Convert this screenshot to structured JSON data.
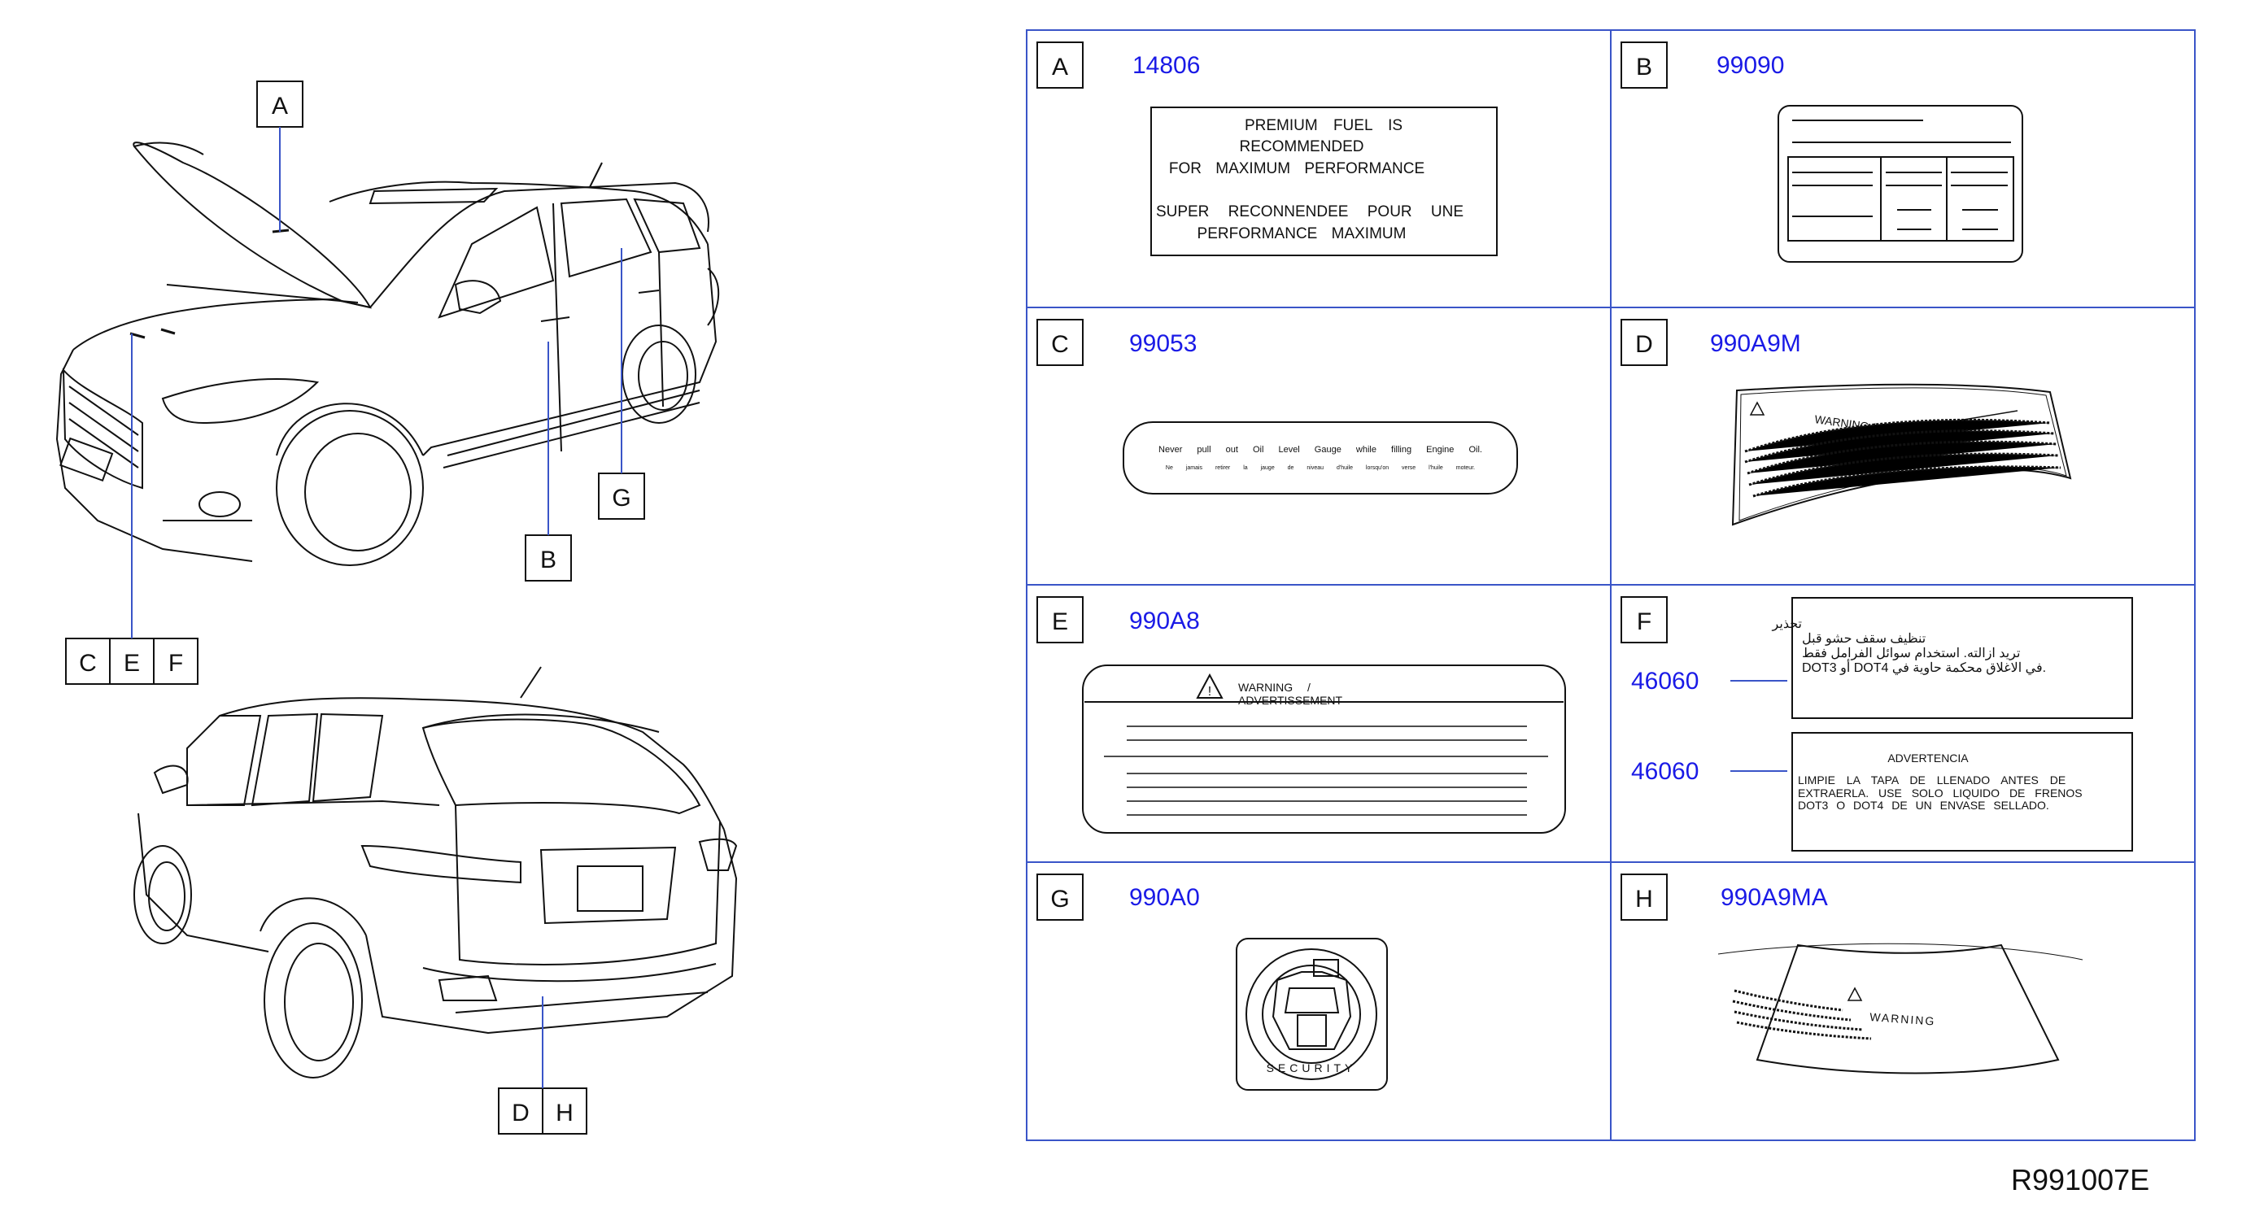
{
  "reference": "R991007E",
  "callouts": {
    "front_top": "A",
    "front_bottom": [
      "C",
      "E",
      "F"
    ],
    "side_b": "B",
    "side_g": "G",
    "rear": [
      "D",
      "H"
    ]
  },
  "cells": [
    {
      "letter": "A",
      "part": "14806"
    },
    {
      "letter": "B",
      "part": "99090"
    },
    {
      "letter": "C",
      "part": "99053"
    },
    {
      "letter": "D",
      "part": "990A9M"
    },
    {
      "letter": "E",
      "part": "990A8"
    },
    {
      "letter": "F",
      "part": "46060",
      "part2": "46060"
    },
    {
      "letter": "G",
      "part": "990A0"
    },
    {
      "letter": "H",
      "part": "990A9MA"
    }
  ],
  "label_a": {
    "lines": [
      "PREMIUM FUEL IS",
      "RECOMMENDED",
      "FOR MAXIMUM PERFORMANCE",
      "SUPER RECONNENDEE POUR UNE",
      "PERFORMANCE MAXIMUM"
    ]
  },
  "label_c": {
    "line1": "Never pull out Oil Level Gauge while filling Engine Oil.",
    "line2": "Ne jamais retirer la jauge de niveau d'huile lorsqu'on verse l'huile moteur."
  },
  "label_d": {
    "title": "WARNING / ADVERTENCIA"
  },
  "label_e": {
    "title1": "WARNING /",
    "title2": "ADVERTISSEMENT"
  },
  "label_f": {
    "arabic_lines": [
      "تحذير",
      "تنظيف سقف حشو قبل",
      "تريد ازالته. استخدام سوائل الفرامل فقط",
      "DOT3 أو DOT4 في الاغلاق محكمة حاوية في."
    ],
    "spanish_title": "ADVERTENCIA",
    "spanish_lines": [
      "LIMPIE LA TAPA DE LLENADO ANTES DE",
      "EXTRAERLA. USE SOLO LIQUIDO DE FRENOS",
      "DOT3 O DOT4 DE UN ENVASE SELLADO."
    ]
  },
  "label_g": {
    "text": "SECURITY"
  },
  "label_h": {
    "title": "WARNING"
  },
  "colors": {
    "grid_border": "#3a55c8",
    "part_number": "#1a1ae6",
    "line_art": "#111111"
  }
}
